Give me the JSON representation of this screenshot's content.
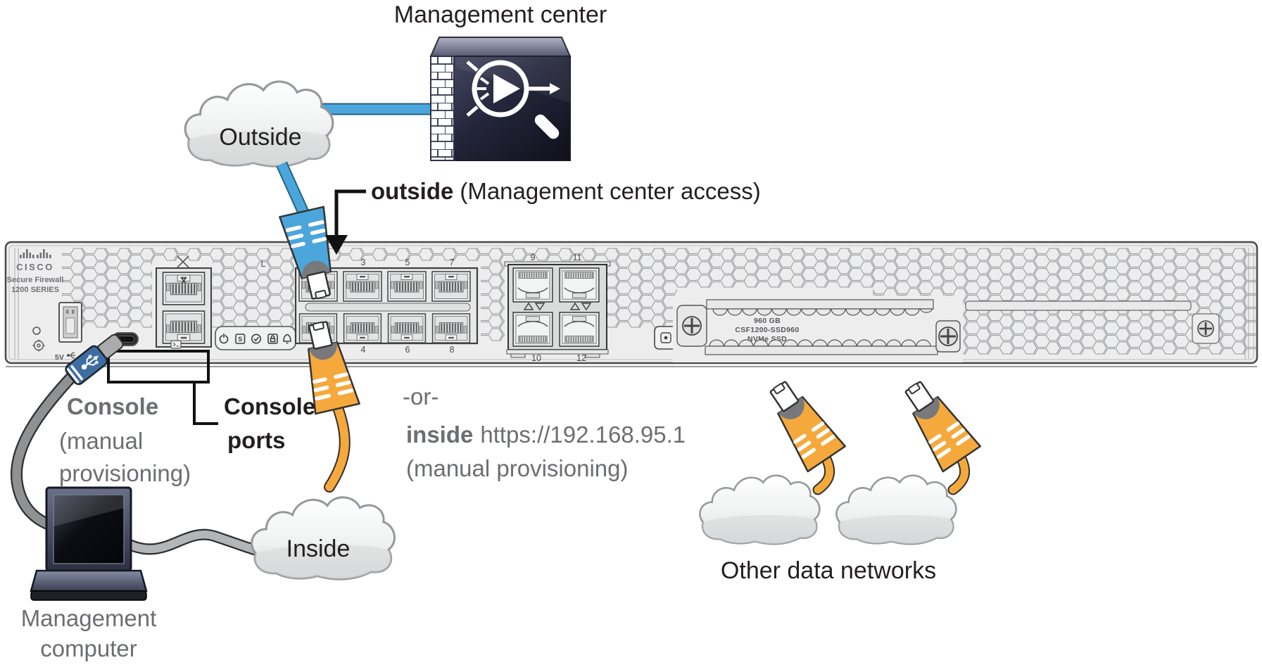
{
  "colors": {
    "cable_blue": "#4BA6DC",
    "cable_orange": "#F5A93C",
    "cable_gray": "#8F9193",
    "usb_connector_blue": "#3D6DA3",
    "label_black": "#231F20",
    "label_gray": "#6D6E71",
    "chassis": "#EDEDEE",
    "management_center_box": "#20222F"
  },
  "labels": {
    "management_center": "Management center",
    "outside_cloud": "Outside",
    "inside_cloud": "Inside",
    "outside_interface": "outside",
    "outside_interface_note": "(Management center access)",
    "or_divider": "-or-",
    "inside_interface": "inside",
    "inside_url": "https://192.168.95.1",
    "inside_note": "(manual provisioning)",
    "console": "Console",
    "console_note_line1": "(manual",
    "console_note_line2": "provisioning)",
    "console_ports_line1": "Console",
    "console_ports_line2": "ports",
    "management_computer_line1": "Management",
    "management_computer_line2": "computer",
    "other_data_networks": "Other data networks"
  },
  "appliance": {
    "brand": "CISCO",
    "model_line1": "Secure Firewall",
    "model_line2": "1200 SERIES",
    "usb_power": "5V",
    "mgmt_port": "X",
    "port_link_label": "L",
    "status_led_s": "S",
    "data_ports_top": [
      "3",
      "5",
      "7"
    ],
    "data_ports_bottom": [
      "4",
      "6",
      "8"
    ],
    "sfp_ports_top": [
      "9",
      "11"
    ],
    "sfp_ports_bottom": [
      "10",
      "12"
    ],
    "ssd_capacity": "960 GB",
    "ssd_model": "CSF1200-SSD960",
    "ssd_type": "NVMe SSD"
  }
}
